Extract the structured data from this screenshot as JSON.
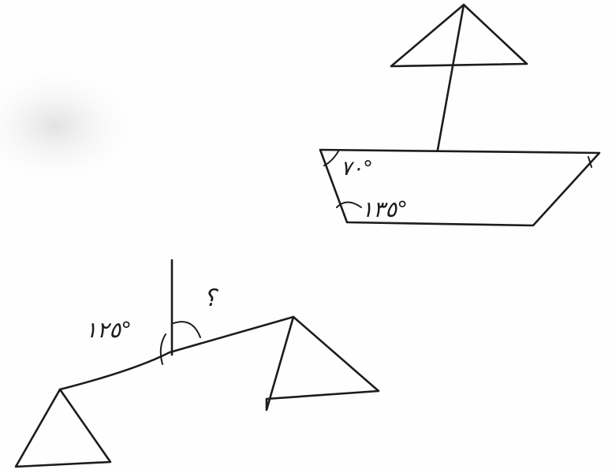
{
  "diagram": {
    "ink_color": "#1c1c1c",
    "background_color": "#fefefe",
    "boat": {
      "angle_top_label": "٧٠°",
      "angle_bottom_label": "١٣٥°"
    },
    "bridge": {
      "angle_left_label": "١٢٥°",
      "angle_unknown_label": "؟"
    }
  }
}
